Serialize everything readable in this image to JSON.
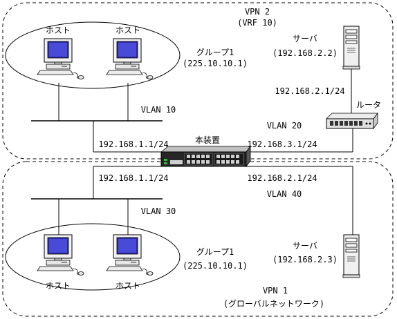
{
  "vpn2": {
    "title": "VPN 2",
    "subtitle": "(VRF 10)"
  },
  "vpn1": {
    "title": "VPN 1",
    "subtitle": "(グローバルネットワーク)"
  },
  "upper": {
    "host_left": "ホスト",
    "host_right": "ホスト",
    "group_name": "グループ1",
    "group_addr": "(225.10.10.1)",
    "vlan_hosts": "VLAN 10",
    "vlan_router": "VLAN 20",
    "server_label": "サーバ",
    "server_addr": "(192.168.2.2)",
    "router_label": "ルータ",
    "router_net": "192.168.2.1/24",
    "device_left_net": "192.168.1.1/24",
    "device_right_net": "192.168.3.1/24"
  },
  "device": {
    "label": "本装置"
  },
  "lower": {
    "host_left": "ホスト",
    "host_right": "ホスト",
    "group_name": "グループ1",
    "group_addr": "(225.10.10.1)",
    "vlan_hosts": "VLAN 30",
    "vlan_server": "VLAN 40",
    "server_label": "サーバ",
    "server_addr": "(192.168.2.3)",
    "device_left_net": "192.168.1.1/24",
    "device_right_net": "192.168.2.1/24"
  }
}
